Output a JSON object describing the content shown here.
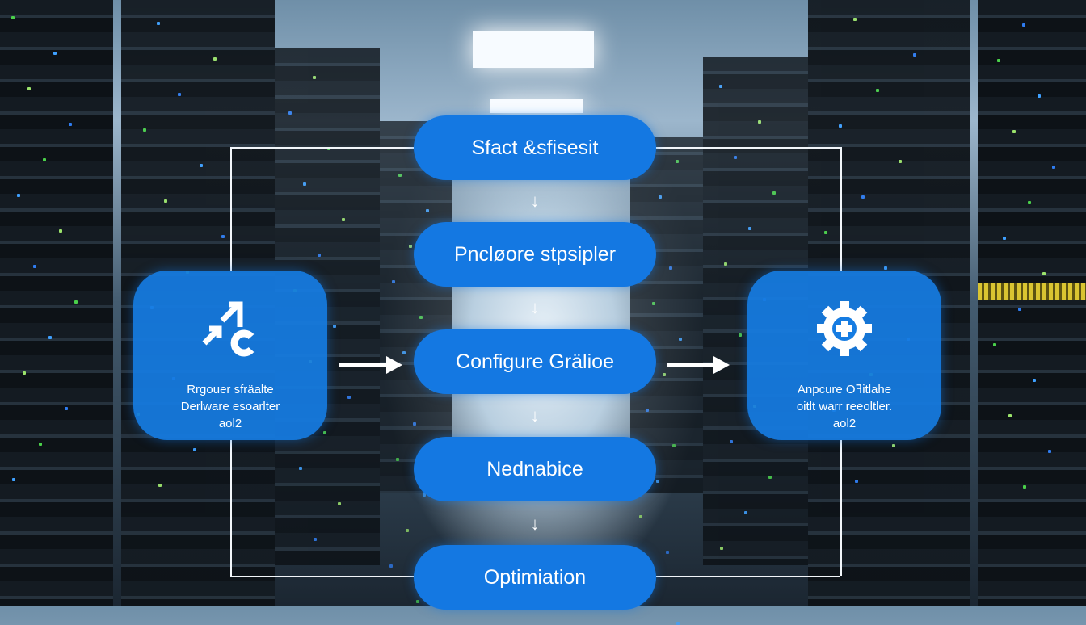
{
  "flow_steps": [
    {
      "label": "Sfact &sfisesit"
    },
    {
      "label": "Pncløore stpsipler"
    },
    {
      "label": "Configure Grälioe"
    },
    {
      "label": "Nednabice"
    },
    {
      "label": "Optimiation"
    }
  ],
  "left_card": {
    "icon": "arrows-c-icon",
    "lines": [
      "Rrgouer sfräalte",
      "Derlware esoarlter",
      "aol2"
    ]
  },
  "right_card": {
    "icon": "gear-plus-icon",
    "lines": [
      "Anpcure Oꟻitlahe",
      "oitlt warr reeoltler.",
      "aol2"
    ]
  },
  "colors": {
    "accent": "#1478e2"
  }
}
